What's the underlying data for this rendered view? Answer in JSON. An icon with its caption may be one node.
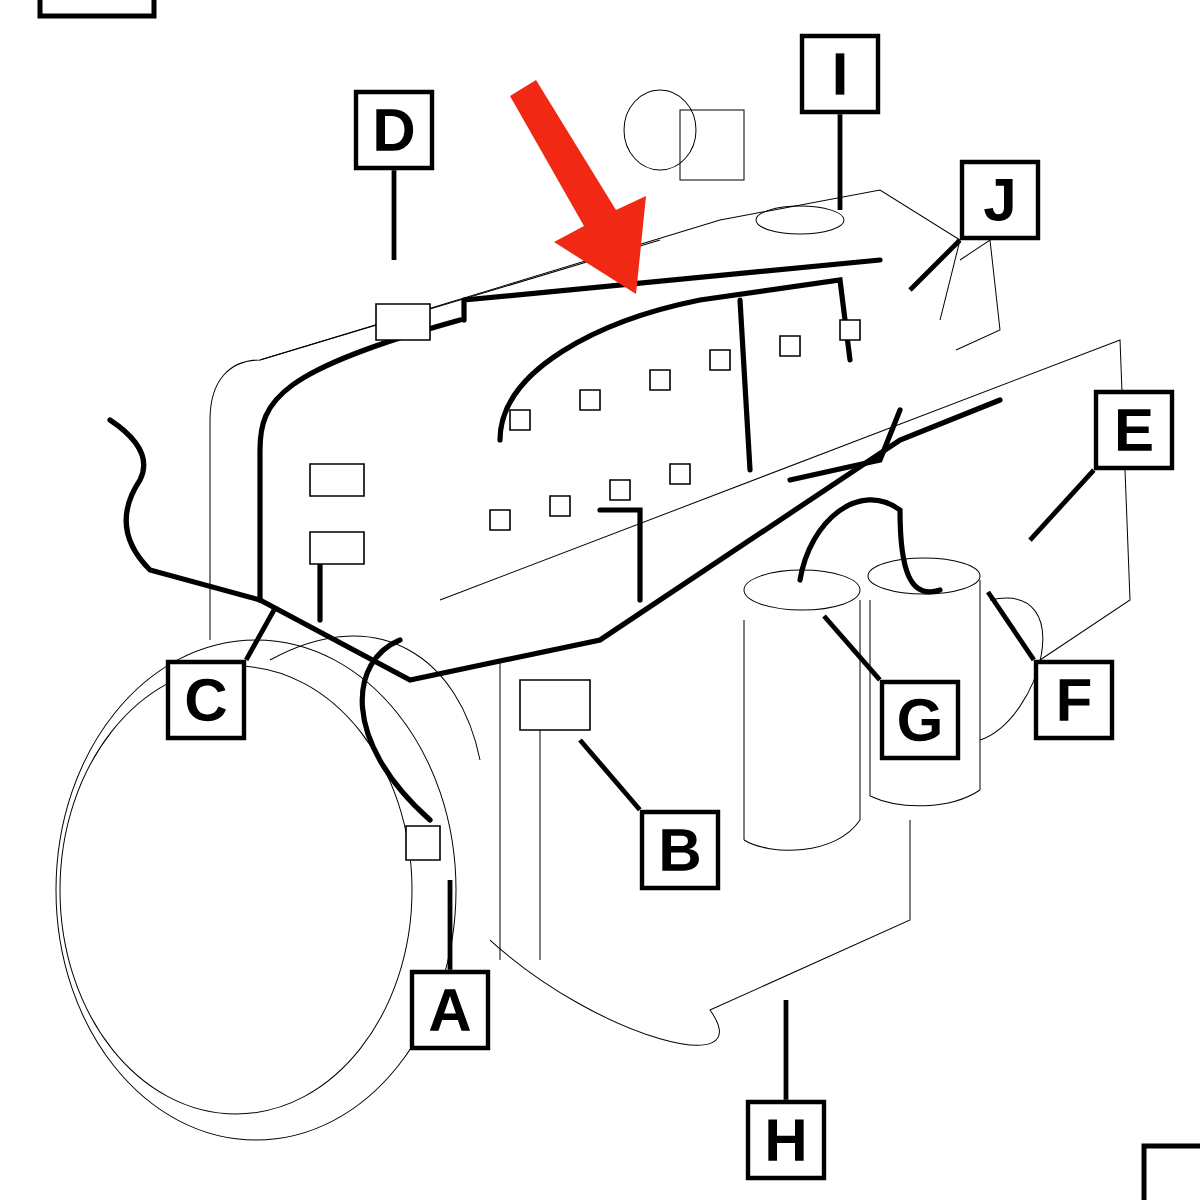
{
  "diagram": {
    "nodes": [
      {
        "text": [
          "D"
        ]
      },
      {
        "text": [
          "I"
        ]
      },
      {
        "text": [
          "J"
        ]
      },
      {
        "text": [
          "E"
        ]
      },
      {
        "text": [
          "C"
        ]
      },
      {
        "text": [
          "F"
        ]
      },
      {
        "text": [
          "G"
        ]
      },
      {
        "text": [
          "B"
        ]
      },
      {
        "text": [
          "A"
        ]
      },
      {
        "text": [
          "H"
        ]
      }
    ],
    "edges": [
      {
        "from": 0,
        "to": null,
        "arrow": "none"
      },
      {
        "from": 1,
        "to": null,
        "arrow": "none"
      },
      {
        "from": 2,
        "to": null,
        "arrow": "none"
      },
      {
        "from": 3,
        "to": null,
        "arrow": "none"
      },
      {
        "from": 4,
        "to": null,
        "arrow": "none"
      },
      {
        "from": 5,
        "to": null,
        "arrow": "none"
      },
      {
        "from": 6,
        "to": null,
        "arrow": "none"
      },
      {
        "from": 7,
        "to": null,
        "arrow": "none"
      },
      {
        "from": 8,
        "to": null,
        "arrow": "none"
      },
      {
        "from": 9,
        "to": null,
        "arrow": "none"
      }
    ]
  }
}
